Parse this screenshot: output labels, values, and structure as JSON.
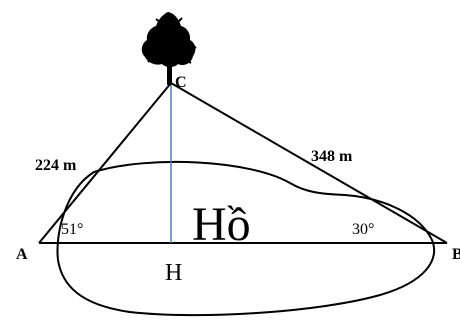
{
  "labels": {
    "A": "A",
    "B": "B",
    "C": "C",
    "H": "H",
    "side_ac": "224 m",
    "side_bc": "348 m",
    "angle_a": "51°",
    "angle_b": "30°",
    "lake": "Hồ"
  },
  "colors": {
    "lines": "#000000",
    "altitude": "#4a7db5",
    "tree": "#000000"
  },
  "icons": {
    "tree": "tree-icon"
  }
}
